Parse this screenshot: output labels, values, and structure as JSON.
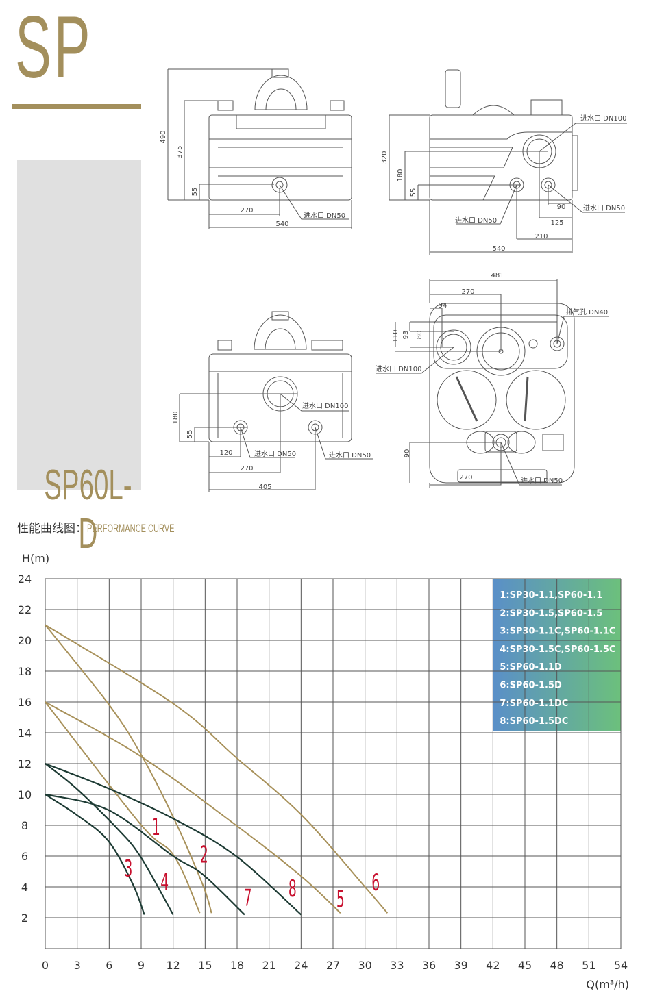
{
  "header": {
    "logo_text": "SP",
    "model": "SP60L-D"
  },
  "colors": {
    "gold": "#a38f5c",
    "panel_gray": "#e0e0e0",
    "curve_gold": "#a8915a",
    "curve_dark": "#1d3b34",
    "label_red": "#c8102e",
    "legend_start": "#5a8fc8",
    "legend_end": "#6cc07c"
  },
  "drawings": {
    "front": {
      "dims": [
        "490",
        "375",
        "55",
        "270",
        "540"
      ],
      "inlet": "进水口 DN50"
    },
    "side": {
      "dims": [
        "320",
        "180",
        "55",
        "90",
        "125",
        "210",
        "540"
      ],
      "inlet_big": "进水口 DN100",
      "inlet_small_right": "进水口 DN50",
      "inlet_small_left": "进水口 DN50"
    },
    "rear": {
      "dims": [
        "180",
        "55",
        "120",
        "270",
        "405"
      ],
      "inlet_big": "进水口 DN100",
      "inlet_left": "进水口 DN50",
      "inlet_right": "进水口 DN50"
    },
    "top": {
      "dims": [
        "481",
        "270",
        "94",
        "110",
        "93",
        "80",
        "90",
        "270"
      ],
      "vent": "排气孔 DN40",
      "inlet_big": "进水口 DN100",
      "inlet_small": "进水口 DN50"
    }
  },
  "performance": {
    "title_cn": "性能曲线图：",
    "title_en": "PERFORMANCE CURVE"
  },
  "chart_data": {
    "type": "line",
    "title": "PERFORMANCE CURVE",
    "xlabel": "Q(m³/h)",
    "ylabel": "H(m)",
    "xlim": [
      0,
      54
    ],
    "ylim": [
      0,
      24
    ],
    "xticks": [
      "0",
      "3",
      "6",
      "9",
      "12",
      "15",
      "18",
      "21",
      "24",
      "27",
      "30",
      "33",
      "36",
      "39",
      "42",
      "45",
      "48",
      "51",
      "54"
    ],
    "yticks": [
      "24",
      "22",
      "20",
      "18",
      "16",
      "14",
      "12",
      "10",
      "8",
      "6",
      "4",
      "2"
    ],
    "grid": true,
    "legend_position": "top-right",
    "legend": [
      "1:SP30-1.1,SP60-1.1",
      "2:SP30-1.5,SP60-1.5",
      "3:SP30-1.1C,SP60-1.1C",
      "4:SP30-1.5C,SP60-1.5C",
      "5:SP60-1.1D",
      "6:SP60-1.5D",
      "7:SP60-1.1DC",
      "8:SP60-1.5DC"
    ],
    "series": [
      {
        "name": "1",
        "color": "gold",
        "points": [
          [
            0,
            16
          ],
          [
            8.9,
            8.1
          ],
          [
            12.1,
            6.0
          ],
          [
            14.5,
            2.3
          ]
        ],
        "label_at": [
          10.4,
          8.0
        ]
      },
      {
        "name": "2",
        "color": "gold",
        "points": [
          [
            0,
            21
          ],
          [
            5.9,
            15.9
          ],
          [
            8.9,
            12.7
          ],
          [
            12.1,
            8.4
          ],
          [
            14.8,
            4.1
          ],
          [
            15.6,
            2.3
          ]
        ],
        "label_at": [
          14.9,
          6.2
        ]
      },
      {
        "name": "3",
        "color": "dark",
        "points": [
          [
            0,
            10
          ],
          [
            2.9,
            8.7
          ],
          [
            5.9,
            7.0
          ],
          [
            8.2,
            4.2
          ],
          [
            9.3,
            2.2
          ]
        ],
        "label_at": [
          7.8,
          5.3
        ]
      },
      {
        "name": "4",
        "color": "dark",
        "points": [
          [
            0,
            12
          ],
          [
            2.9,
            10.4
          ],
          [
            6.6,
            7.9
          ],
          [
            8.9,
            6.0
          ],
          [
            12,
            2.2
          ]
        ],
        "label_at": [
          11.2,
          4.4
        ]
      },
      {
        "name": "5",
        "color": "gold",
        "points": [
          [
            0,
            16
          ],
          [
            8.9,
            12.5
          ],
          [
            17.9,
            8.0
          ],
          [
            24,
            4.7
          ],
          [
            27.7,
            2.3
          ]
        ],
        "label_at": [
          27.7,
          3.3
        ]
      },
      {
        "name": "6",
        "color": "gold",
        "points": [
          [
            0,
            21
          ],
          [
            12,
            15.9
          ],
          [
            17.9,
            12.4
          ],
          [
            24,
            8.7
          ],
          [
            30,
            4.0
          ],
          [
            32.1,
            2.3
          ]
        ],
        "label_at": [
          31.0,
          4.4
        ]
      },
      {
        "name": "7",
        "color": "dark",
        "points": [
          [
            0,
            10
          ],
          [
            5.9,
            9.0
          ],
          [
            12,
            6.0
          ],
          [
            14.8,
            4.8
          ],
          [
            18.7,
            2.2
          ]
        ],
        "label_at": [
          19.0,
          3.4
        ]
      },
      {
        "name": "8",
        "color": "dark",
        "points": [
          [
            0,
            12
          ],
          [
            5.9,
            10.4
          ],
          [
            12.1,
            8.4
          ],
          [
            17.9,
            6.0
          ],
          [
            24,
            2.2
          ]
        ],
        "label_at": [
          23.2,
          4.0
        ]
      }
    ]
  }
}
